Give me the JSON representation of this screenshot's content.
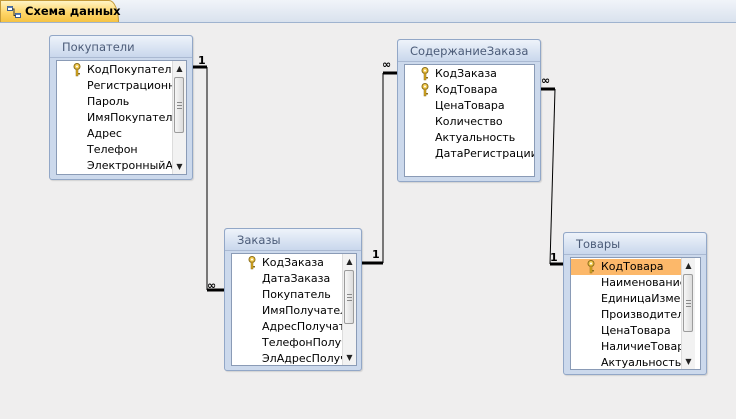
{
  "tab": {
    "label": "Схема данных"
  },
  "tables": {
    "customers": {
      "title": "Покупатели",
      "fields": [
        "КодПокупателя",
        "Регистрационн",
        "Пароль",
        "ИмяПокупателя",
        "Адрес",
        "Телефон",
        "ЭлектронныйА"
      ]
    },
    "orders": {
      "title": "Заказы",
      "fields": [
        "КодЗаказа",
        "ДатаЗаказа",
        "Покупатель",
        "ИмяПолучателя",
        "АдресПолучате",
        "ТелефонПолуча",
        "ЭлАдресПолуча"
      ]
    },
    "order_content": {
      "title": "СодержаниеЗаказа",
      "fields": [
        "КодЗаказа",
        "КодТовара",
        "ЦенаТовара",
        "Количество",
        "Актуальность",
        "ДатаРегистрации"
      ]
    },
    "goods": {
      "title": "Товары",
      "fields": [
        "КодТовара",
        "Наименование",
        "ЕдиницаИзмер",
        "Производитель",
        "ЦенаТовара",
        "НаличиеТовара",
        "Актуальность"
      ]
    }
  },
  "relations": {
    "customers_orders": {
      "one": "1",
      "many": "∞"
    },
    "orders_content": {
      "one": "1",
      "many": "∞"
    },
    "goods_content": {
      "one": "1",
      "many": "∞"
    }
  }
}
